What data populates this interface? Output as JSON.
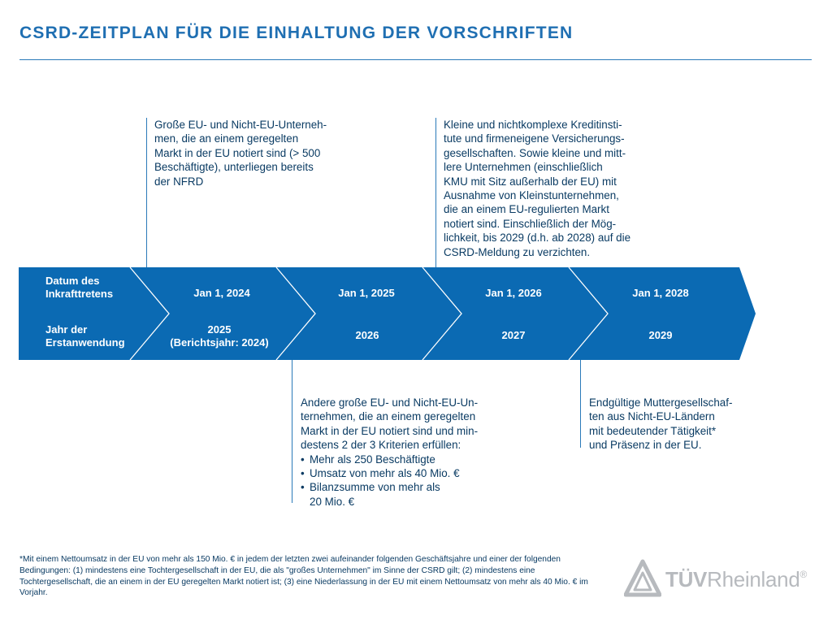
{
  "title": "CSRD-ZEITPLAN FÜR DIE EINHALTUNG DER VORSCHRIFTEN",
  "colors": {
    "band": "#0b6ab3",
    "separator": "#ffffff",
    "title": "#1f6fb2",
    "text": "#0a3b63",
    "logo": "#b7babe"
  },
  "timeline": {
    "row_labels": {
      "effective_date": "Datum des Inkrafttretens",
      "first_application": "Jahr der Erstanwendung"
    },
    "stages": [
      {
        "effective": "Jan 1, 2024",
        "application": "2025\n(Berichtsjahr: 2024)"
      },
      {
        "effective": "Jan 1, 2025",
        "application": "2026"
      },
      {
        "effective": "Jan 1, 2026",
        "application": "2027"
      },
      {
        "effective": "Jan 1, 2028",
        "application": "2029"
      }
    ]
  },
  "notes": {
    "stage_2024": "Große EU- und Nicht-EU-Unterneh-\nmen, die an einem geregelten\nMarkt in der EU notiert sind (> 500\nBeschäftigte), unterliegen bereits\nder NFRD",
    "stage_2026": "Kleine und nichtkomplexe Kreditinsti-\ntute und firmeneigene Versicherungs-\ngesellschaften. Sowie kleine und mitt-\nlere Unternehmen (einschließlich\nKMU mit Sitz außerhalb der EU) mit\nAusnahme von Kleinstunternehmen,\ndie an einem EU-regulierten Markt\nnotiert sind. Einschließlich der Mög-\nlichkeit, bis 2029 (d.h. ab 2028) auf die\nCSRD-Meldung zu verzichten.",
    "stage_2025": {
      "intro": "Andere große EU- und Nicht-EU-Un-\nternehmen, die an einem geregelten\nMarkt in der EU notiert sind und min-\ndestens 2 der 3 Kriterien erfüllen:",
      "criteria": [
        "Mehr als 250 Beschäftigte",
        "Umsatz von mehr als 40 Mio. €",
        "Bilanzsumme von mehr als\n20 Mio. €"
      ]
    },
    "stage_2028": "Endgültige Muttergesellschaf-\nten aus Nicht-EU-Ländern\nmit bedeutender Tätigkeit*\nund Präsenz in der EU."
  },
  "footnote": "*Mit einem Nettoumsatz in der EU von mehr als 150 Mio. € in jedem der letzten zwei aufeinander folgenden Geschäftsjahre und einer der folgenden Bedingungen: (1) mindestens eine Tochtergesellschaft in der EU, die als \"großes Unternehmen\" im Sinne der CSRD gilt; (2) mindestens eine Tochtergesellschaft, die an einem in der EU geregelten Markt notiert ist; (3) eine Niederlassung in der EU mit einem Nettoumsatz von mehr als 40 Mio. € im Vorjahr.",
  "logo": {
    "tuv": "TÜV",
    "rheinland": "Rheinland",
    "registered": "®",
    "icon": "tuv-triangle-logo-icon"
  }
}
